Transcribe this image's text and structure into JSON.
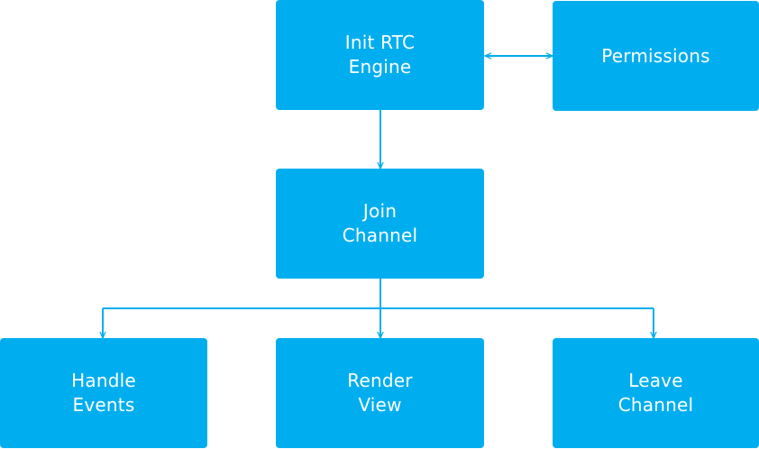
{
  "diagram": {
    "nodes": {
      "init_rtc_engine": "Init RTC\nEngine",
      "permissions": "Permissions",
      "join_channel": "Join\nChannel",
      "handle_events": "Handle\nEvents",
      "render_view": "Render\nView",
      "leave_channel": "Leave\nChannel"
    },
    "edges": [
      {
        "from": "init_rtc_engine",
        "to": "permissions",
        "direction": "both"
      },
      {
        "from": "init_rtc_engine",
        "to": "join_channel",
        "direction": "forward"
      },
      {
        "from": "join_channel",
        "to": "handle_events",
        "direction": "forward"
      },
      {
        "from": "join_channel",
        "to": "render_view",
        "direction": "forward"
      },
      {
        "from": "join_channel",
        "to": "leave_channel",
        "direction": "forward"
      }
    ],
    "colors": {
      "node_fill": "#00aeef",
      "node_text": "#ffffff",
      "connector": "#00aeef"
    }
  }
}
